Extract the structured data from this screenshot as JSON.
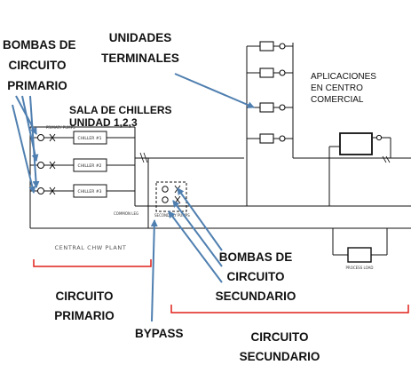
{
  "labels": {
    "bombas_primario": [
      "BOMBAS DE",
      "CIRCUITO",
      "PRIMARIO"
    ],
    "unidades_terminales": [
      "UNIDADES",
      "TERMINALES"
    ],
    "aplicaciones": [
      "APLICACIONES",
      "EN CENTRO",
      "COMERCIAL"
    ],
    "sala_chillers": [
      "SALA DE CHILLERS",
      "UNIDAD  1,2,3"
    ],
    "bombas_secundario": [
      "BOMBAS DE",
      "CIRCUITO",
      "SECUNDARIO"
    ],
    "circuito_primario": [
      "CIRCUITO",
      "PRIMARIO"
    ],
    "circuito_secundario": [
      "CIRCUITO",
      "SECUNDARIO"
    ],
    "bypass": "BYPASS"
  },
  "drawing": {
    "central_plant": "CENTRAL  CHW  PLANT",
    "primary_pumps": "PRIMARY PUMPS",
    "common_leg": "COMMON LEG",
    "secondary_pumps": "SECONDARY PUMPS",
    "process_load": "PROCESS LOAD",
    "chillers": [
      "CHILLER #1",
      "CHILLER #2",
      "CHILLER #3"
    ]
  },
  "colors": {
    "arrow": "#4f7fb0",
    "bracket": "#e0201a",
    "line": "#111111"
  }
}
